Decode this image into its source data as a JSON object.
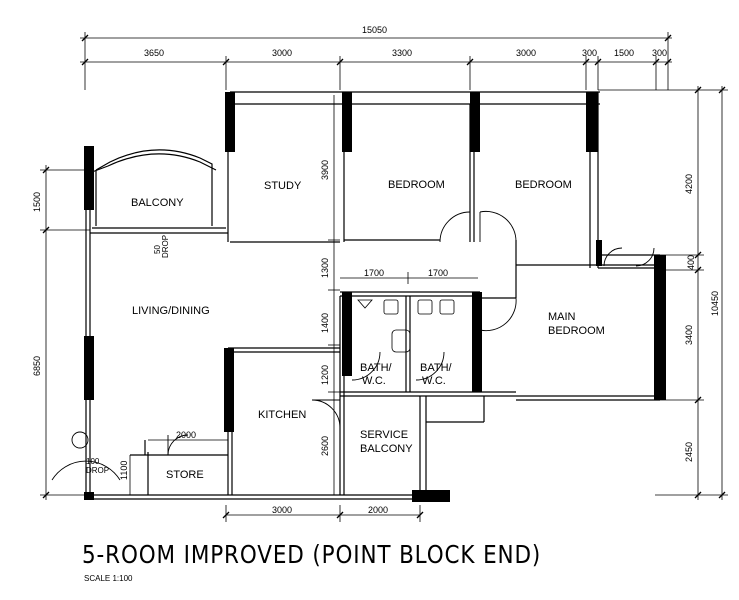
{
  "title": "5-ROOM IMPROVED (POINT BLOCK END)",
  "scale": "SCALE 1:100",
  "rooms": {
    "balcony": "BALCONY",
    "study": "STUDY",
    "bedroom_1": "BEDROOM",
    "bedroom_2": "BEDROOM",
    "living_dining": "LIVING/DINING",
    "main_bedroom_line1": "MAIN",
    "main_bedroom_line2": "BEDROOM",
    "bath_1_line1": "BATH/",
    "bath_1_line2": "W.C.",
    "bath_2_line1": "BATH/",
    "bath_2_line2": "W.C.",
    "kitchen": "KITCHEN",
    "service_balcony_line1": "SERVICE",
    "service_balcony_line2": "BALCONY",
    "store": "STORE"
  },
  "annotations": {
    "drop_50_a": "50",
    "drop_50_b": "DROP",
    "drop_100_a": "100",
    "drop_100_b": "DROP"
  },
  "dimensions": {
    "top_overall": "15050",
    "top_1": "3650",
    "top_2": "3000",
    "top_3": "3300",
    "top_4": "3000",
    "top_5": "300",
    "top_6": "1500",
    "top_7": "300",
    "left_1": "1500",
    "left_2": "6850",
    "right_overall": "10450",
    "right_1": "4200",
    "right_2": "400",
    "right_3": "3400",
    "right_4": "2450",
    "inner_study": "3900",
    "inner_1300": "1300",
    "inner_1400": "1400",
    "inner_1200": "1200",
    "inner_2600": "2600",
    "bath_1700_a": "1700",
    "bath_1700_b": "1700",
    "store_2000": "2000",
    "store_1100": "1100",
    "bottom_1": "3000",
    "bottom_2": "2000"
  }
}
